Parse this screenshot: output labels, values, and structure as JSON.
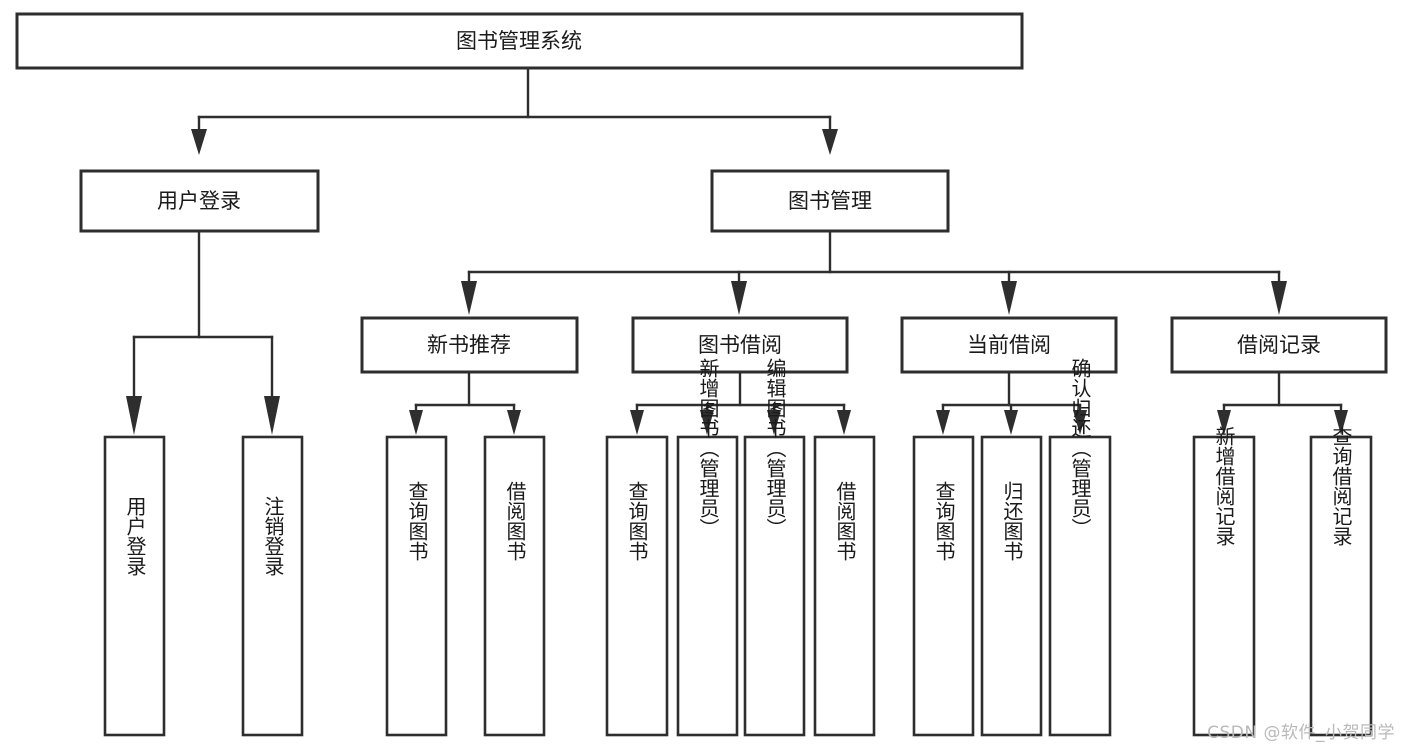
{
  "diagram": {
    "type": "tree-hierarchy-chart",
    "title": "图书管理系统",
    "watermark": "CSDN @软件_小贺同学",
    "colors": {
      "stroke": "#2e2e2e",
      "fill": "#ffffff",
      "text": "#1a1a1a",
      "watermark": "#b9b9b9"
    },
    "root": {
      "label": "图书管理系统"
    },
    "level2": [
      {
        "label": "用户登录"
      },
      {
        "label": "图书管理"
      }
    ],
    "level3": [
      {
        "label": "新书推荐"
      },
      {
        "label": "图书借阅"
      },
      {
        "label": "当前借阅"
      },
      {
        "label": "借阅记录"
      }
    ],
    "leaves": {
      "user_login": [
        {
          "label": "用户登录"
        },
        {
          "label": "注销登录"
        }
      ],
      "new_book_recommend": [
        {
          "label": "查询图书"
        },
        {
          "label": "借阅图书"
        }
      ],
      "book_borrow": [
        {
          "label": "查询图书"
        },
        {
          "label": "新增图书（管理员）"
        },
        {
          "label": "编辑图书（管理员）"
        },
        {
          "label": "借阅图书"
        }
      ],
      "current_borrow": [
        {
          "label": "查询图书"
        },
        {
          "label": "归还图书"
        },
        {
          "label": "确认归还（管理员）"
        }
      ],
      "borrow_record": [
        {
          "label": "新增借阅记录"
        },
        {
          "label": "查询借阅记录"
        }
      ]
    }
  }
}
